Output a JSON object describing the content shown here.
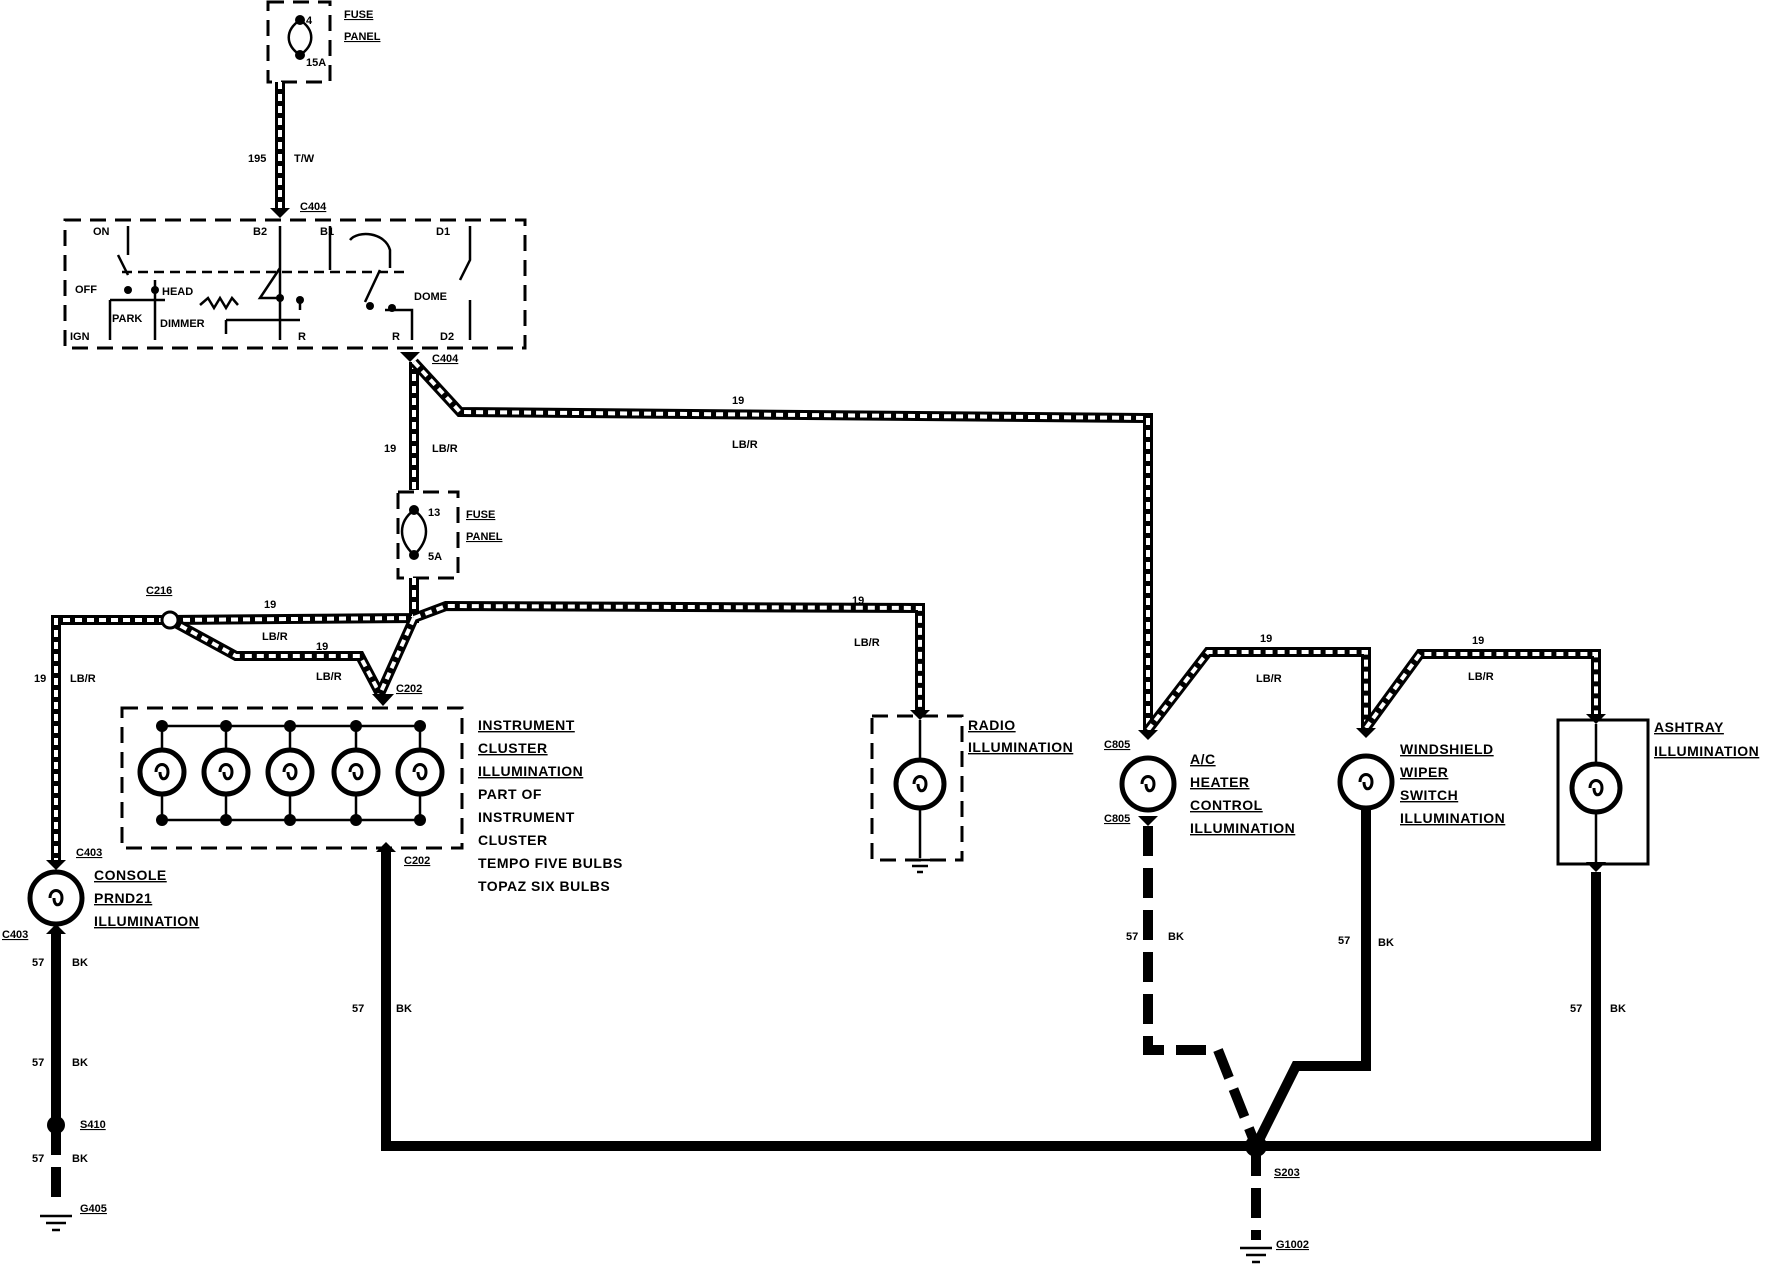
{
  "fuse_top": {
    "number": "4",
    "rating": "15A",
    "label_line1": "FUSE",
    "label_line2": "PANEL"
  },
  "wire_top": {
    "circuit": "195",
    "color": "T/W"
  },
  "switch": {
    "connector_top": "C404",
    "connector_bottom": "C404",
    "terminals": {
      "on": "ON",
      "off": "OFF",
      "ign": "IGN",
      "park": "PARK",
      "head": "HEAD",
      "dimmer": "DIMMER",
      "r1": "R",
      "r2": "R",
      "dome": "DOME",
      "b2": "B2",
      "b1": "B1",
      "d1": "D1",
      "d2": "D2"
    }
  },
  "fuse_mid": {
    "number": "13",
    "rating": "5A",
    "label_line1": "FUSE",
    "label_line2": "PANEL"
  },
  "wires": {
    "feed_left": {
      "circuit": "19",
      "color": "LB/R"
    },
    "feed_right": {
      "circuit": "19",
      "color": "LB/R"
    },
    "c216_left": {
      "circuit": "19",
      "color": "LB/R"
    },
    "c216_top": {
      "circuit": "19",
      "color": "LB/R"
    },
    "c216_lower": {
      "circuit": "19",
      "color": "LB/R"
    },
    "radio": {
      "circuit": "19",
      "color": "LB/R"
    },
    "ac_to_wiper": {
      "circuit": "19",
      "color": "LB/R"
    },
    "wiper_to_ashtray": {
      "circuit": "19",
      "color": "LB/R"
    }
  },
  "connectors": {
    "c216": "C216",
    "c202_top": "C202",
    "c202_bottom": "C202",
    "c403_top": "C403",
    "c403_bottom": "C403",
    "c805_top": "C805",
    "c805_bottom": "C805"
  },
  "cluster": {
    "lines": [
      "INSTRUMENT",
      "CLUSTER",
      "ILLUMINATION",
      "PART OF",
      "INSTRUMENT",
      "CLUSTER",
      "TEMPO FIVE BULBS",
      "TOPAZ SIX BULBS"
    ]
  },
  "loads": {
    "radio": [
      "RADIO",
      "ILLUMINATION"
    ],
    "ac": [
      "A/C",
      "HEATER",
      "CONTROL",
      "ILLUMINATION"
    ],
    "wiper": [
      "WINDSHIELD",
      "WIPER",
      "SWITCH",
      "ILLUMINATION"
    ],
    "ashtray": [
      "ASHTRAY",
      "ILLUMINATION"
    ],
    "console": [
      "CONSOLE",
      "PRND21",
      "ILLUMINATION"
    ]
  },
  "grounds": {
    "console_1": {
      "circuit": "57",
      "color": "BK"
    },
    "console_2": {
      "circuit": "57",
      "color": "BK"
    },
    "console_3": {
      "circuit": "57",
      "color": "BK"
    },
    "cluster": {
      "circuit": "57",
      "color": "BK"
    },
    "ac": {
      "circuit": "57",
      "color": "BK"
    },
    "wiper": {
      "circuit": "57",
      "color": "BK"
    },
    "ashtray": {
      "circuit": "57",
      "color": "BK"
    },
    "splice_left": "S410",
    "ground_left": "G405",
    "splice_main": "S203",
    "ground_main": "G1002"
  }
}
